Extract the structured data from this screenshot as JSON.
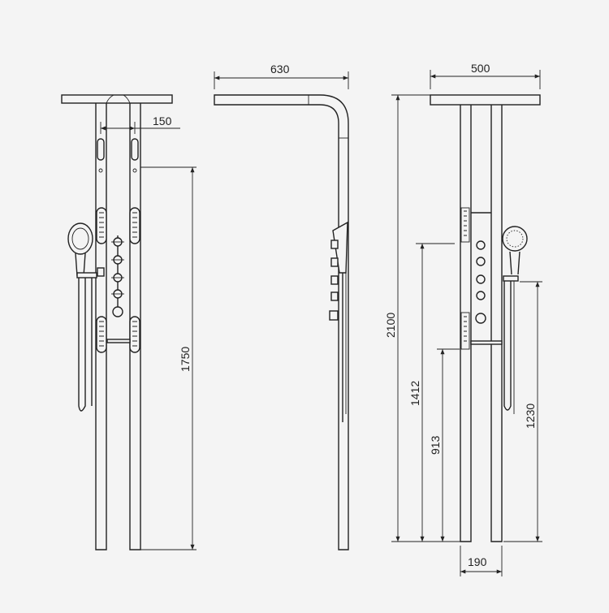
{
  "dimensions": {
    "front_spacing": "150",
    "front_height": "1750",
    "side_width": "630",
    "rear_width": "500",
    "total_height": "2100",
    "height_body_jets": "1412",
    "height_lower_jets": "913",
    "height_hand_shower": "1230",
    "rear_spacing": "190"
  }
}
